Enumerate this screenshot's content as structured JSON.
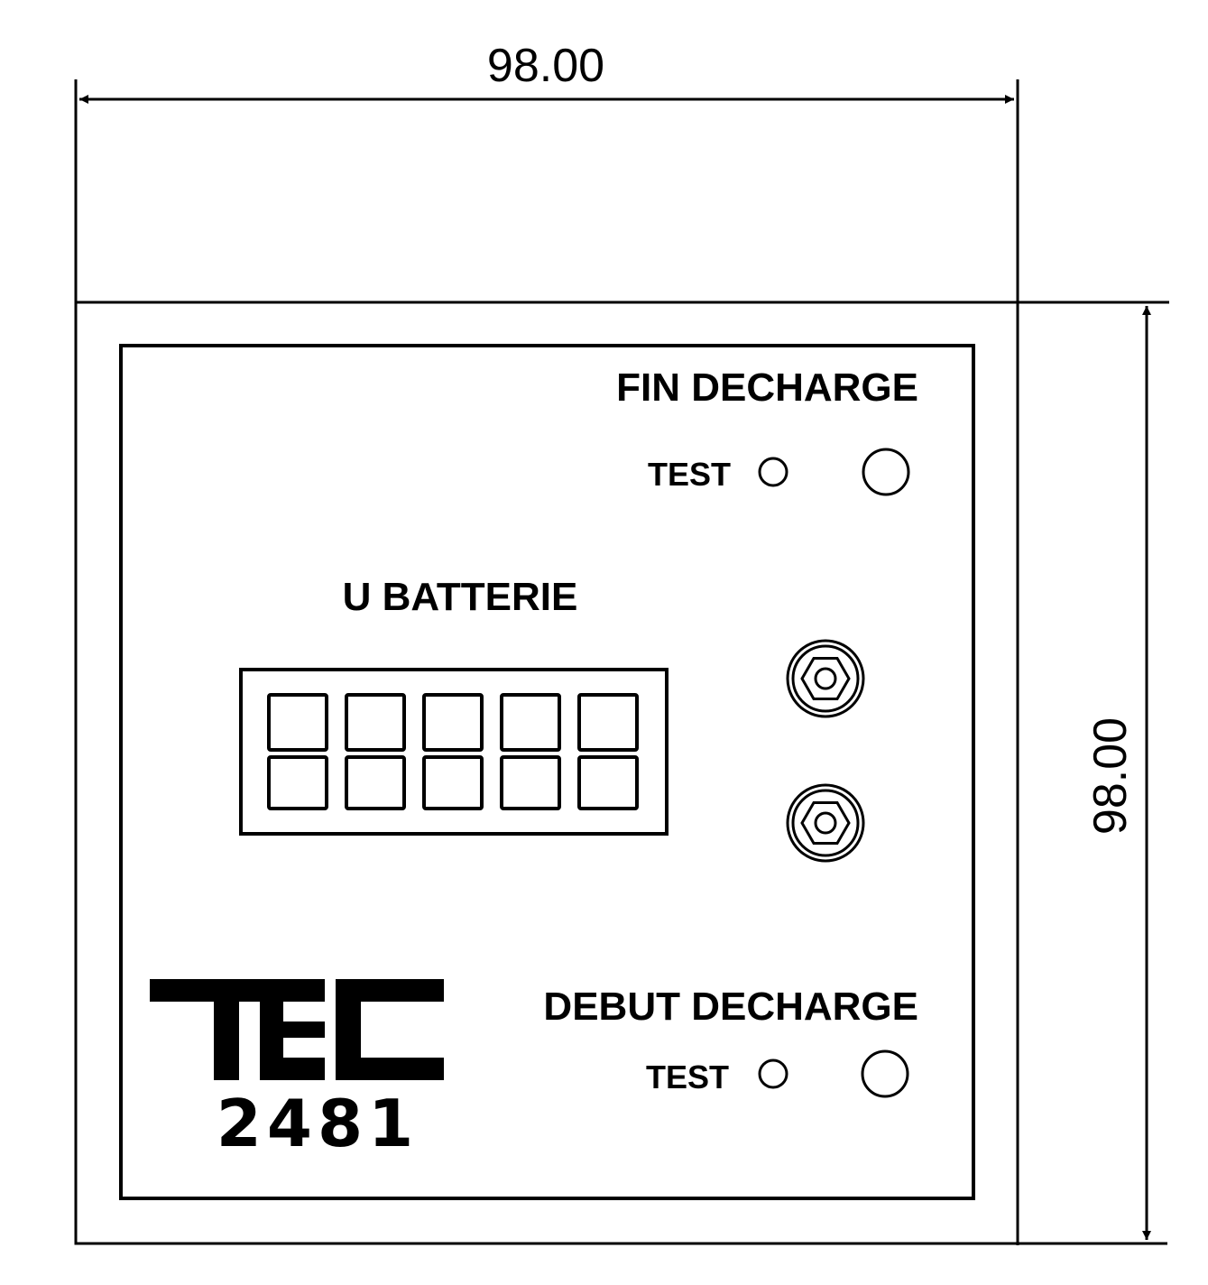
{
  "dimensions": {
    "width_label": "98.00",
    "height_label": "98.00"
  },
  "panel": {
    "top_section": {
      "title": "FIN DECHARGE",
      "test_label": "TEST"
    },
    "display": {
      "title": "U BATTERIE",
      "digit_count": 5
    },
    "bottom_section": {
      "title": "DEBUT DECHARGE",
      "test_label": "TEST"
    },
    "logo": {
      "brand": "TEC",
      "model": "2481"
    }
  },
  "colors": {
    "ink": "#000000",
    "paper": "#ffffff"
  }
}
